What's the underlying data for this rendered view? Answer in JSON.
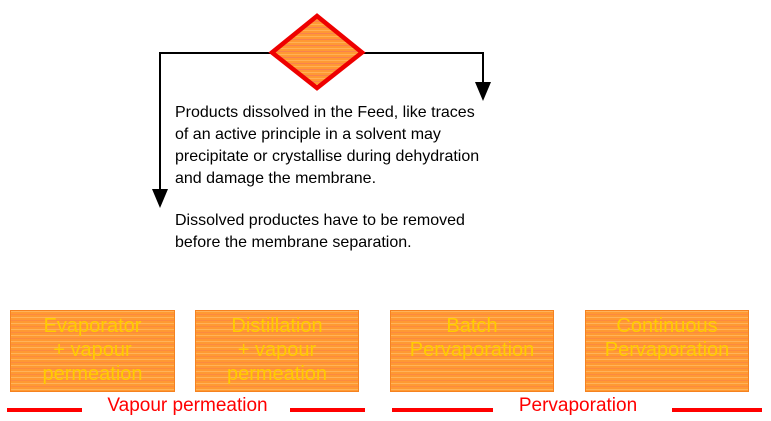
{
  "colors": {
    "shape_fill_orange": "#ff9933",
    "diamond_border_red": "#ee0000",
    "box_text_yellow": "#ffcc00",
    "category_red": "#ff0000",
    "connector_black": "#000000"
  },
  "flowchart": {
    "diamond": {
      "role": "decision"
    },
    "notes": {
      "paragraph_1": "Products dissolved in the Feed, like traces\nof an active principle in a solvent may\nprecipitate or crystallise during dehydration\nand damage the membrane.",
      "paragraph_2": "Dissolved productes have to be removed\nbefore the membrane separation."
    }
  },
  "process_boxes": [
    {
      "label": "Evaporator\n+ vapour\npermeation"
    },
    {
      "label": "Distillation\n+ vapour\npermeation"
    },
    {
      "label": "Batch\nPervaporation"
    },
    {
      "label": "Continuous\nPervaporation"
    }
  ],
  "categories": [
    {
      "label": "Vapour permeation"
    },
    {
      "label": "Pervaporation"
    }
  ]
}
